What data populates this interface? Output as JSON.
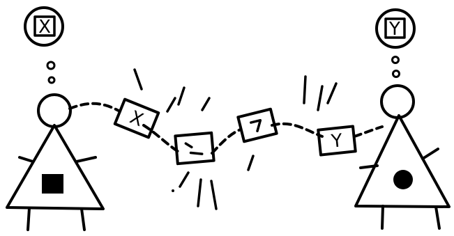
{
  "colors": {
    "ink": "#000000",
    "background": "#ffffff"
  },
  "left_person": {
    "thought_glyph": "X",
    "body_mark": "filled-square"
  },
  "right_person": {
    "thought_glyph": "Y",
    "body_mark": "filled-circle"
  },
  "messages": [
    "X",
    "",
    "",
    "Y"
  ]
}
